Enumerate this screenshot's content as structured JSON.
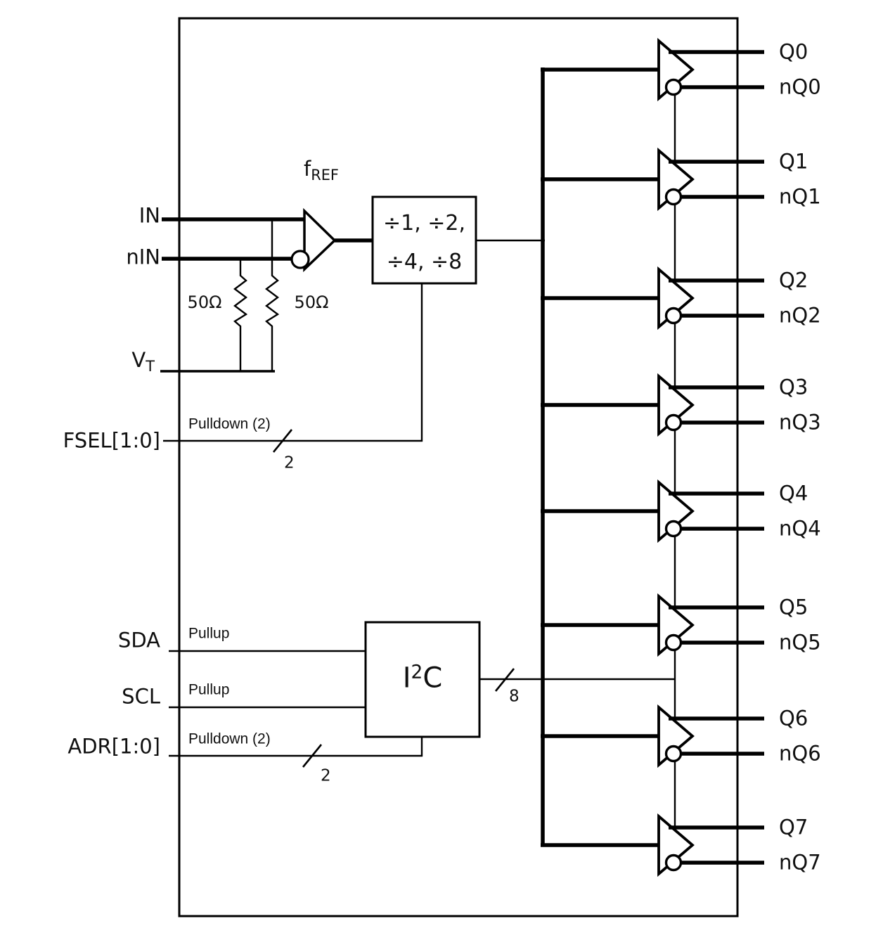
{
  "labels": {
    "in": "IN",
    "nin": "nIN",
    "vt": {
      "base": "V",
      "sub": "T"
    },
    "fsel": "FSEL[1:0]",
    "sda": "SDA",
    "scl": "SCL",
    "adr": "ADR[1:0]",
    "fref": {
      "base": "f",
      "sub": "REF"
    },
    "resistor_left": "50Ω",
    "resistor_right": "50Ω",
    "divider_line1": "÷1, ÷2,",
    "divider_line2": "÷4, ÷8",
    "i2c": {
      "base": "I",
      "sup": "2",
      "rest": "C"
    }
  },
  "annotations": {
    "fsel_pulldown": "Pulldown (2)",
    "fsel_width": "2",
    "sda_pullup": "Pullup",
    "scl_pullup": "Pullup",
    "adr_pulldown": "Pulldown (2)",
    "adr_width": "2",
    "i2c_width": "8"
  },
  "outputs": [
    {
      "q": "Q0",
      "nq": "nQ0"
    },
    {
      "q": "Q1",
      "nq": "nQ1"
    },
    {
      "q": "Q2",
      "nq": "nQ2"
    },
    {
      "q": "Q3",
      "nq": "nQ3"
    },
    {
      "q": "Q4",
      "nq": "nQ4"
    },
    {
      "q": "Q5",
      "nq": "nQ5"
    },
    {
      "q": "Q6",
      "nq": "nQ6"
    },
    {
      "q": "Q7",
      "nq": "nQ7"
    }
  ],
  "colors": {
    "line": "#000000",
    "text": "#101010",
    "background": "#ffffff"
  }
}
